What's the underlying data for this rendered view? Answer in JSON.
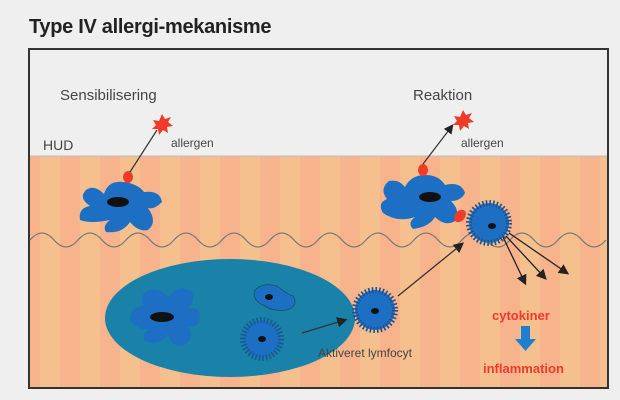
{
  "title": "Type IV allergi-mekanisme",
  "labels": {
    "sensitization": "Sensibilisering",
    "reaction": "Reaktion",
    "skin": "HUD",
    "allergen_left": "allergen",
    "allergen_right": "allergen",
    "activated_lymphocyte": "Aktiveret lymfocyt",
    "cytokines": "cytokiner",
    "inflammation": "inflammation"
  },
  "colors": {
    "skin": "#f6b98a",
    "cell": "#1d6fc4",
    "node": "#1a82a8",
    "allergen": "#f03a2a",
    "text_red": "#f03a2a"
  }
}
